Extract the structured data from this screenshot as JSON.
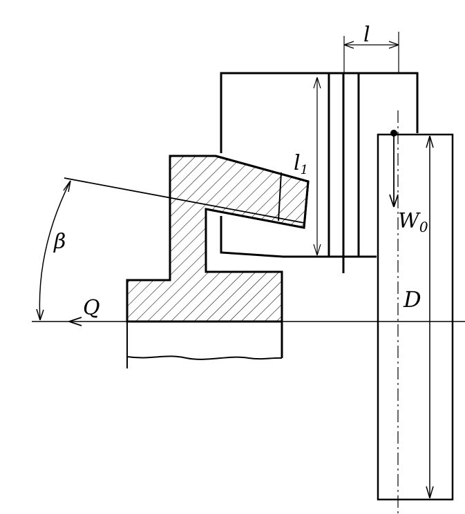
{
  "labels": {
    "l": "l",
    "l1_main": "l",
    "l1_sub": "1",
    "w0_main": "W",
    "w0_sub": "0",
    "d": "D",
    "beta": "β",
    "q": "Q"
  },
  "colors": {
    "ink": "#000000",
    "paper": "#ffffff"
  }
}
